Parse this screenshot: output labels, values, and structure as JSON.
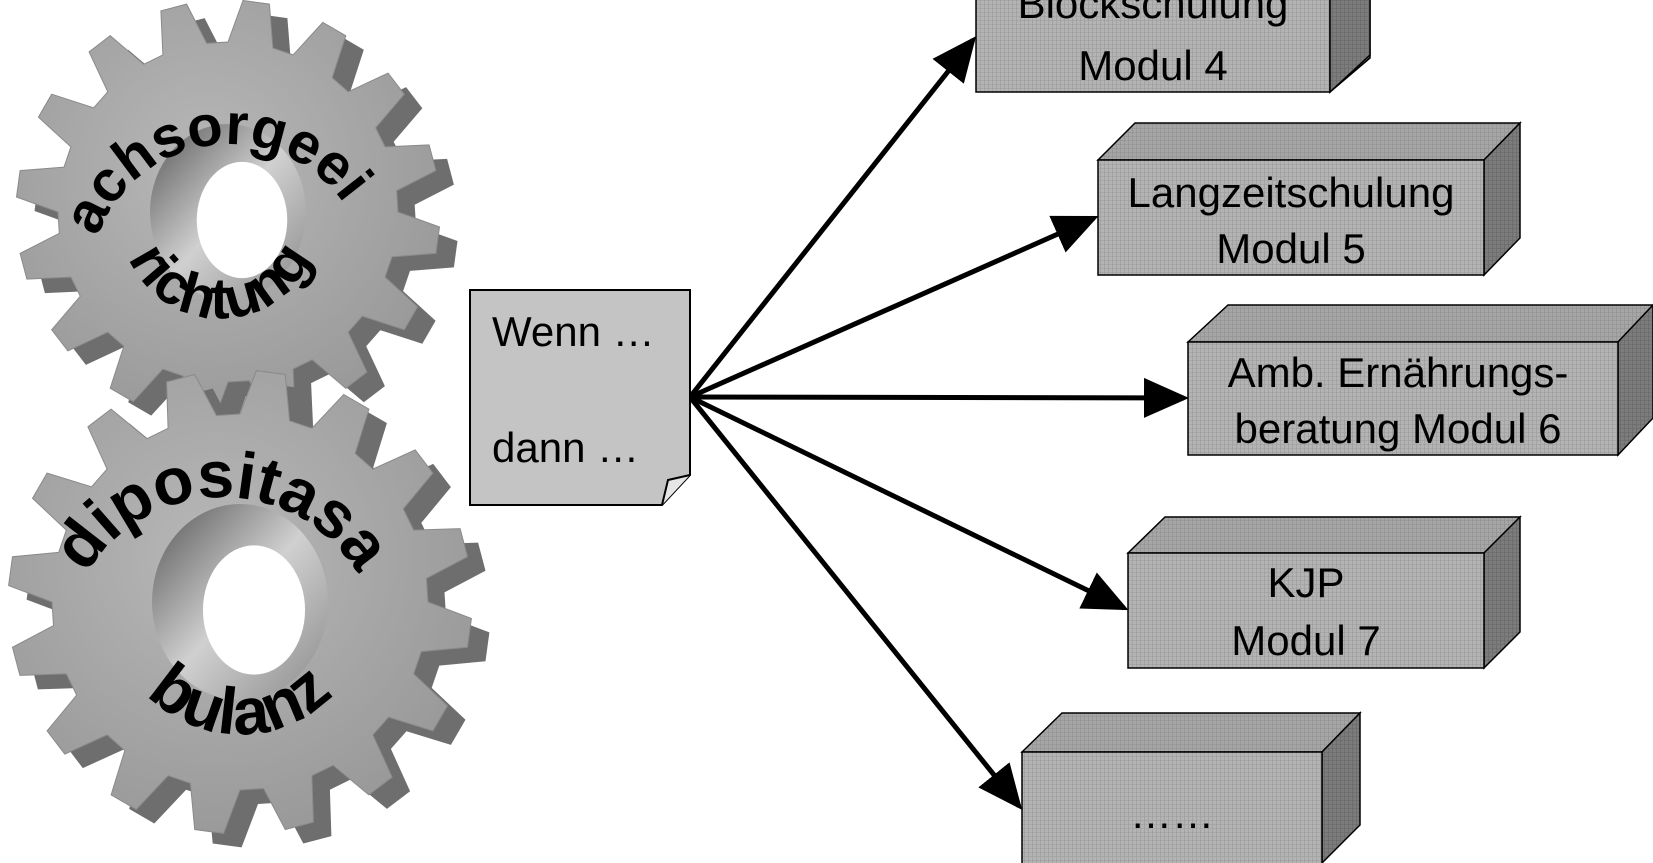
{
  "gears": [
    {
      "id": "nachsorge",
      "label": "Nachsorgeeinrichtung"
    },
    {
      "id": "adipositas",
      "label": "Adipositasambulanz"
    }
  ],
  "note": {
    "line1": "Wenn …",
    "line2": "dann …"
  },
  "modules": [
    {
      "line1": "Blockschulung",
      "line2": "Modul 4"
    },
    {
      "line1": "Langzeitschulung",
      "line2": "Modul 5"
    },
    {
      "line1": "Amb. Ernährungs-",
      "line2": "beratung Modul 6"
    },
    {
      "line1": "KJP",
      "line2": "Modul 7"
    },
    {
      "line1": "……",
      "line2": ""
    }
  ],
  "colors": {
    "box_front": "#b4b4b4",
    "box_top": "#a6a6a6",
    "box_side": "#7c7c7c",
    "gear_face": "#a3a3a3",
    "gear_shadow": "#6e6e6e",
    "note_fill": "#c4c4c4",
    "arrow": "#000000"
  }
}
